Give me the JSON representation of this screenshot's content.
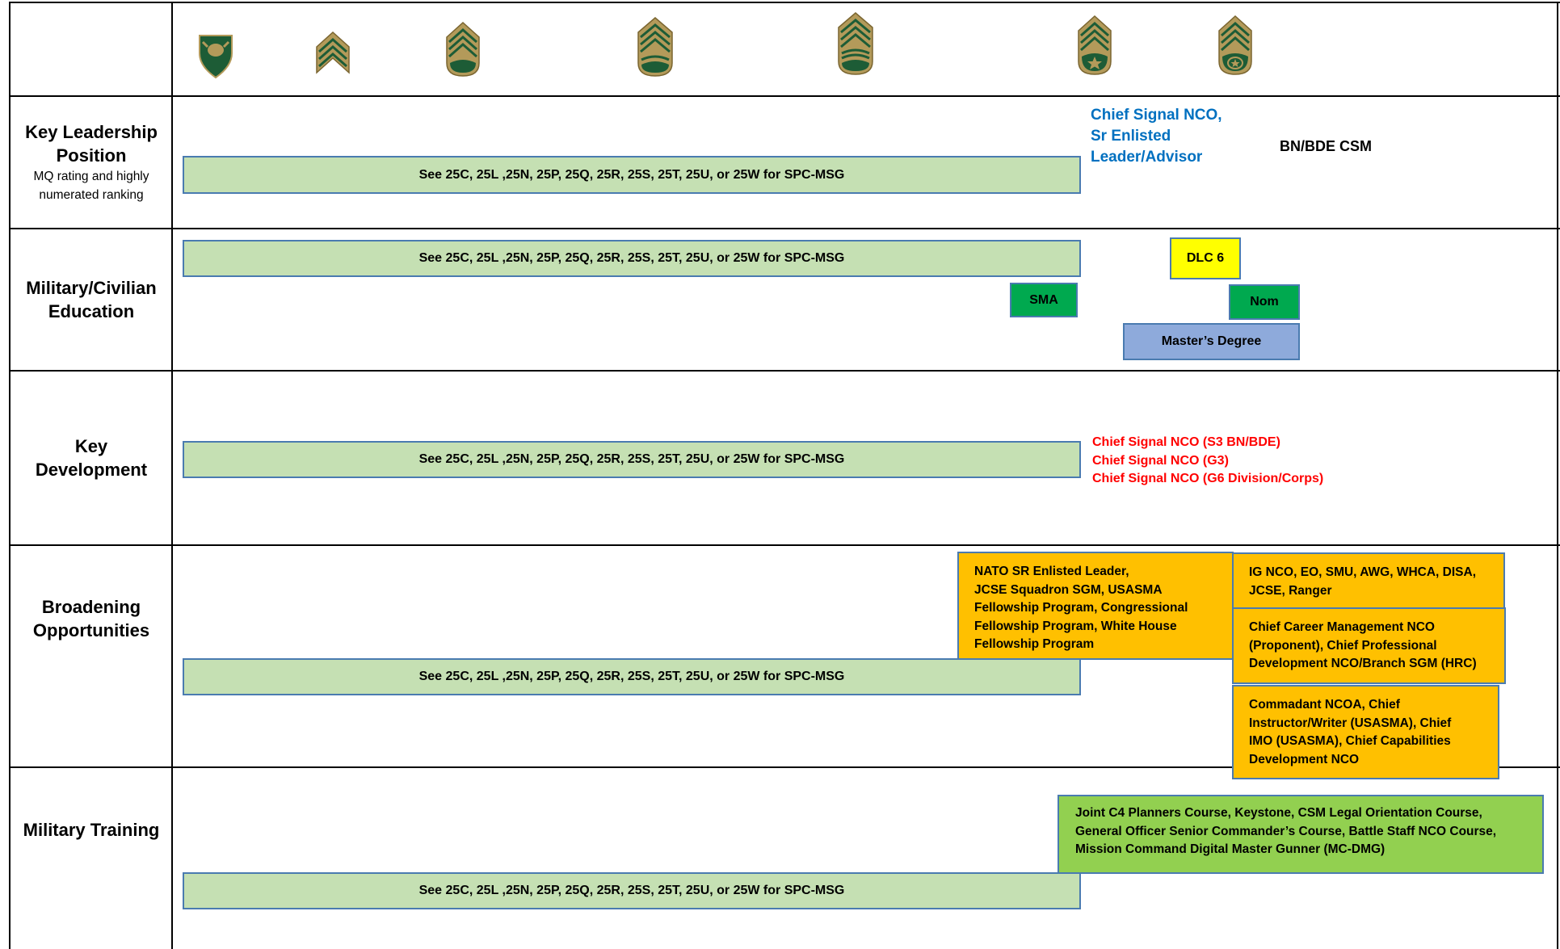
{
  "ranks": [
    {
      "icon": "specialist-insignia-icon"
    },
    {
      "icon": "sergeant-insignia-icon"
    },
    {
      "icon": "staff-sergeant-insignia-icon"
    },
    {
      "icon": "sergeant-first-class-insignia-icon"
    },
    {
      "icon": "master-sergeant-insignia-icon"
    },
    {
      "icon": "sergeant-major-insignia-icon"
    },
    {
      "icon": "command-sergeant-major-insignia-icon"
    }
  ],
  "colors": {
    "insignia_gold": "#b39a5a",
    "insignia_green": "#1d5c36",
    "bar_fill": "#c5e0b3",
    "bar_border": "#4a7bb0",
    "blue_text": "#0070c0",
    "red_text": "#ff0000",
    "orange": "#ffc000",
    "lime": "#92d050"
  },
  "rows": {
    "key_leadership": {
      "title_line1": "Key Leadership",
      "title_line2": "Position",
      "subtitle_line1": "MQ rating and highly",
      "subtitle_line2": "numerated ranking",
      "bar": "See 25C, 25L ,25N, 25P, 25Q, 25R, 25S, 25T, 25U, or 25W for SPC-MSG",
      "blue_line1": "Chief Signal NCO,",
      "blue_line2": "Sr Enlisted",
      "blue_line3": "Leader/Advisor",
      "csm": "BN/BDE CSM"
    },
    "education": {
      "title_line1": "Military/Civilian",
      "title_line2": "Education",
      "bar": "See 25C, 25L ,25N, 25P, 25Q, 25R, 25S, 25T, 25U, or 25W for SPC-MSG",
      "sma": "SMA",
      "dlc6": "DLC 6",
      "nom": "Nom",
      "masters": "Master’s Degree"
    },
    "key_development": {
      "title_line1": "Key",
      "title_line2": "Development",
      "bar": "See 25C, 25L ,25N, 25P, 25Q, 25R, 25S, 25T, 25U, or 25W for SPC-MSG",
      "red_line1": "Chief Signal NCO (S3 BN/BDE)",
      "red_line2": "Chief Signal NCO (G3)",
      "red_line3": "Chief Signal NCO (G6 Division/Corps)"
    },
    "broadening": {
      "title_line1": "Broadening",
      "title_line2": "Opportunities",
      "bar": "See 25C, 25L ,25N, 25P, 25Q, 25R, 25S, 25T, 25U, or 25W for SPC-MSG",
      "nato": [
        "NATO SR Enlisted Leader,",
        "JCSE Squadron SGM, USASMA",
        "Fellowship Program, Congressional",
        "Fellowship Program, White House",
        "Fellowship Program"
      ],
      "ig": [
        "IG NCO, EO, SMU, AWG, WHCA, DISA,",
        "JCSE, Ranger"
      ],
      "chief_career": [
        "Chief Career Management NCO",
        "(Proponent), Chief Professional",
        "Development NCO/Branch SGM (HRC)"
      ],
      "commandant": [
        "Commadant NCOA, Chief",
        "Instructor/Writer (USASMA), Chief",
        "IMO (USASMA), Chief Capabilities",
        "Development NCO"
      ]
    },
    "military_training": {
      "title": "Military Training",
      "bar": "See 25C, 25L ,25N, 25P, 25Q, 25R, 25S, 25T, 25U, or 25W for SPC-MSG",
      "courses": [
        "Joint C4 Planners Course, Keystone, CSM Legal Orientation Course,",
        "General Officer Senior Commander’s Course, Battle Staff NCO Course,",
        "Mission Command Digital Master Gunner (MC-DMG)"
      ]
    }
  }
}
